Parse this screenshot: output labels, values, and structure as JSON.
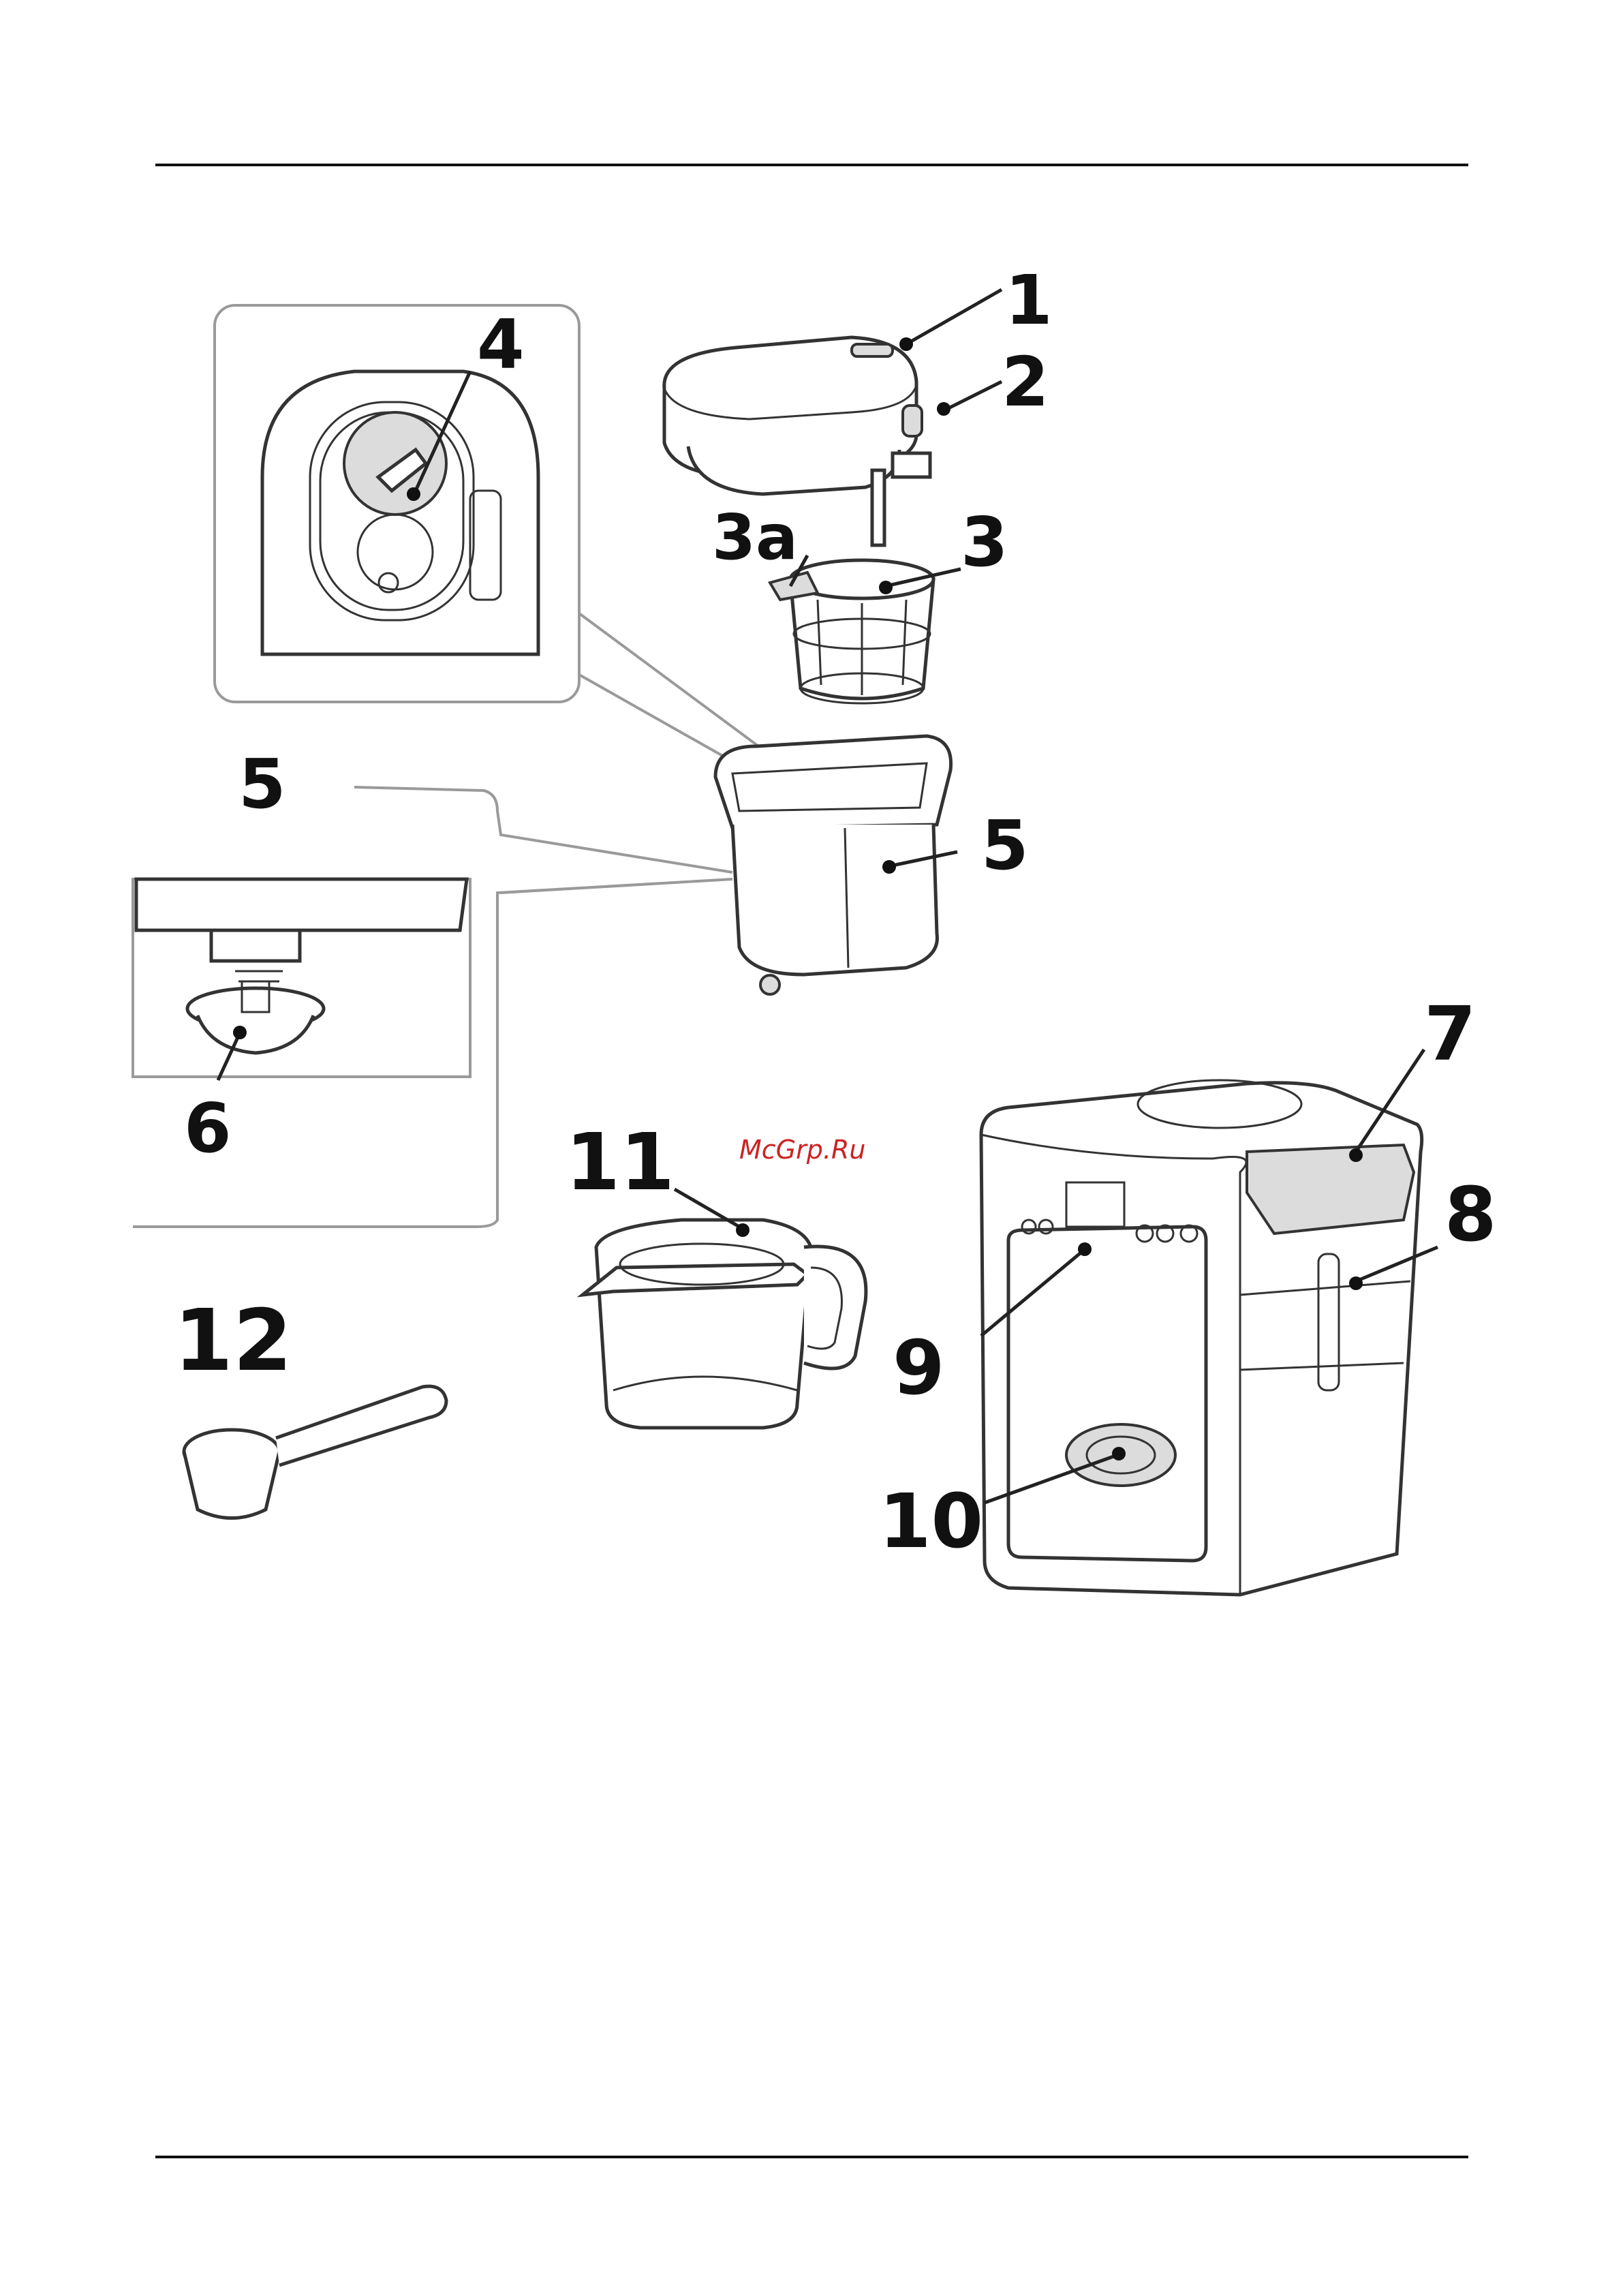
{
  "watermark": "McGrp.Ru",
  "labels": {
    "l1": "1",
    "l2": "2",
    "l3": "3",
    "l3a": "3a",
    "l4": "4",
    "l5_inset": "5",
    "l5_main": "5",
    "l6": "6",
    "l7": "7",
    "l8": "8",
    "l9": "9",
    "l10": "10",
    "l11": "11",
    "l12": "12"
  },
  "colors": {
    "line": "#222222",
    "watermark": "#cc2222"
  }
}
